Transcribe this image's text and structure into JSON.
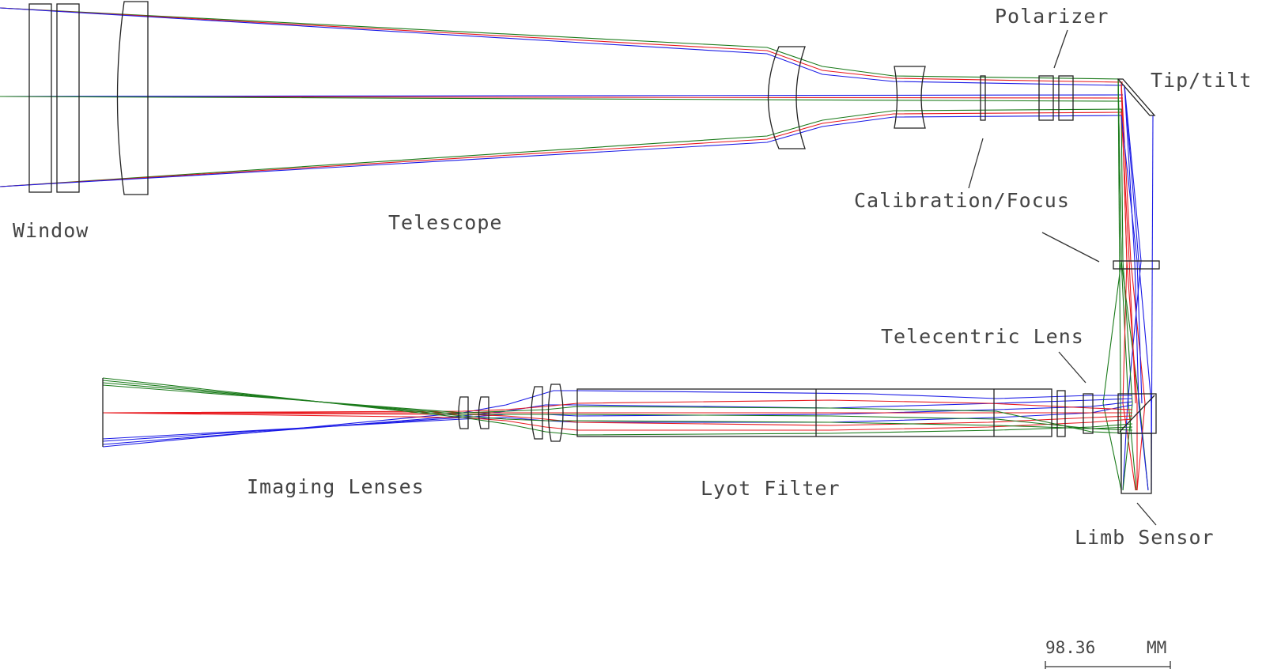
{
  "labels": {
    "window": "Window",
    "telescope": "Telescope",
    "polarizer": "Polarizer",
    "tiptilt": "Tip/tilt",
    "calibration": "Calibration/Focus",
    "telecentric": "Telecentric Lens",
    "imaging": "Imaging Lenses",
    "lyot": "Lyot Filter",
    "limb": "Limb Sensor"
  },
  "scale": {
    "value": "98.36",
    "unit": "MM"
  },
  "colors": {
    "green": "#1a7a1a",
    "red": "#e8191e",
    "blue": "#1a1ae6",
    "outline": "#222222"
  }
}
